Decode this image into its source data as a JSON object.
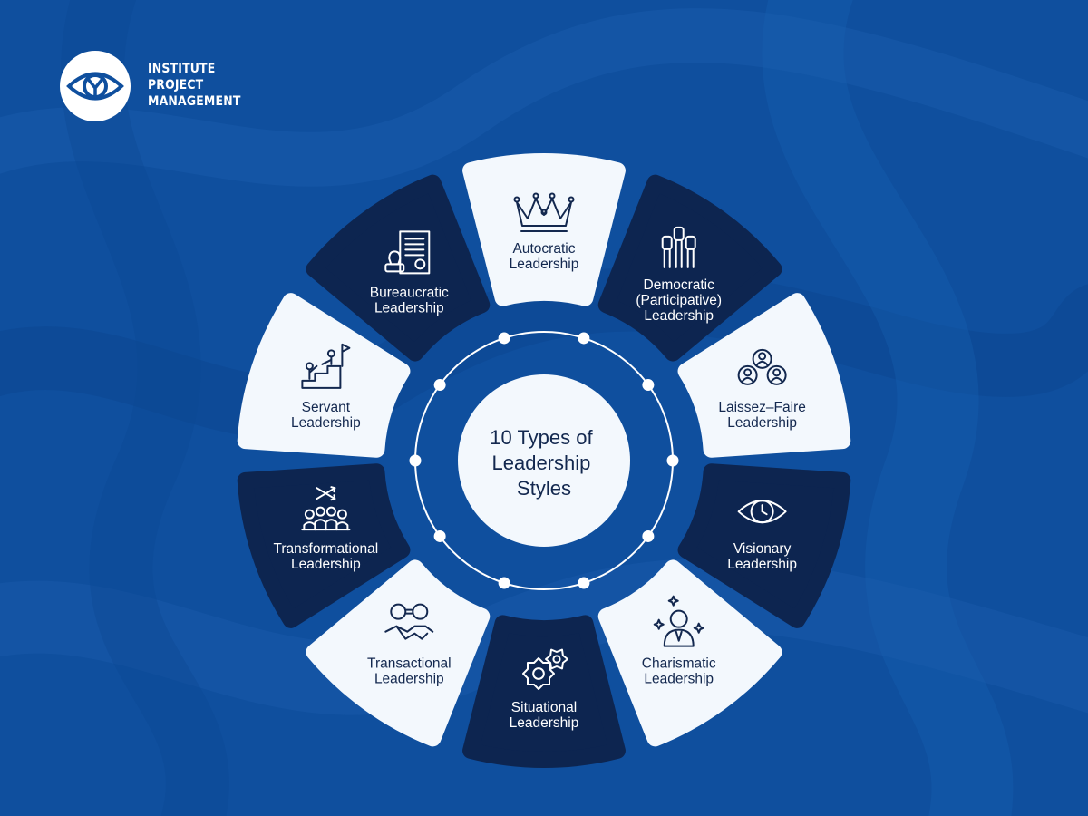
{
  "brand": {
    "lines": [
      "INSTITUTE",
      "PROJECT",
      "MANAGEMENT"
    ],
    "logo_icon": "eye-icon"
  },
  "center": {
    "lines": [
      "10 Types of",
      "Leadership",
      "Styles"
    ]
  },
  "colors": {
    "background": "#0f4f9e",
    "light_segment": "#f3f8fd",
    "dark_segment": "#0d2550",
    "light_text": "#13284f",
    "dark_text": "#ffffff"
  },
  "segments": [
    {
      "id": "autocratic",
      "lines": [
        "Autocratic",
        "Leadership"
      ],
      "icon": "crown-icon",
      "theme": "light"
    },
    {
      "id": "democratic",
      "lines": [
        "Democratic",
        "(Participative)",
        "Leadership"
      ],
      "icon": "raised-hands-icon",
      "theme": "dark"
    },
    {
      "id": "laissez-faire",
      "lines": [
        "Laissez–Faire",
        "Leadership"
      ],
      "icon": "team-icon",
      "theme": "light"
    },
    {
      "id": "visionary",
      "lines": [
        "Visionary",
        "Leadership"
      ],
      "icon": "eye-icon",
      "theme": "dark"
    },
    {
      "id": "charismatic",
      "lines": [
        "Charismatic",
        "Leadership"
      ],
      "icon": "person-sparkle-icon",
      "theme": "light"
    },
    {
      "id": "situational",
      "lines": [
        "Situational",
        "Leadership"
      ],
      "icon": "gears-icon",
      "theme": "dark"
    },
    {
      "id": "transactional",
      "lines": [
        "Transactional",
        "Leadership"
      ],
      "icon": "handshake-money-icon",
      "theme": "light"
    },
    {
      "id": "transformational",
      "lines": [
        "Transformational",
        "Leadership"
      ],
      "icon": "group-shuffle-icon",
      "theme": "dark"
    },
    {
      "id": "servant",
      "lines": [
        "Servant",
        "Leadership"
      ],
      "icon": "climbing-help-icon",
      "theme": "light"
    },
    {
      "id": "bureaucratic",
      "lines": [
        "Bureaucratic",
        "Leadership"
      ],
      "icon": "document-stamp-icon",
      "theme": "dark"
    }
  ]
}
